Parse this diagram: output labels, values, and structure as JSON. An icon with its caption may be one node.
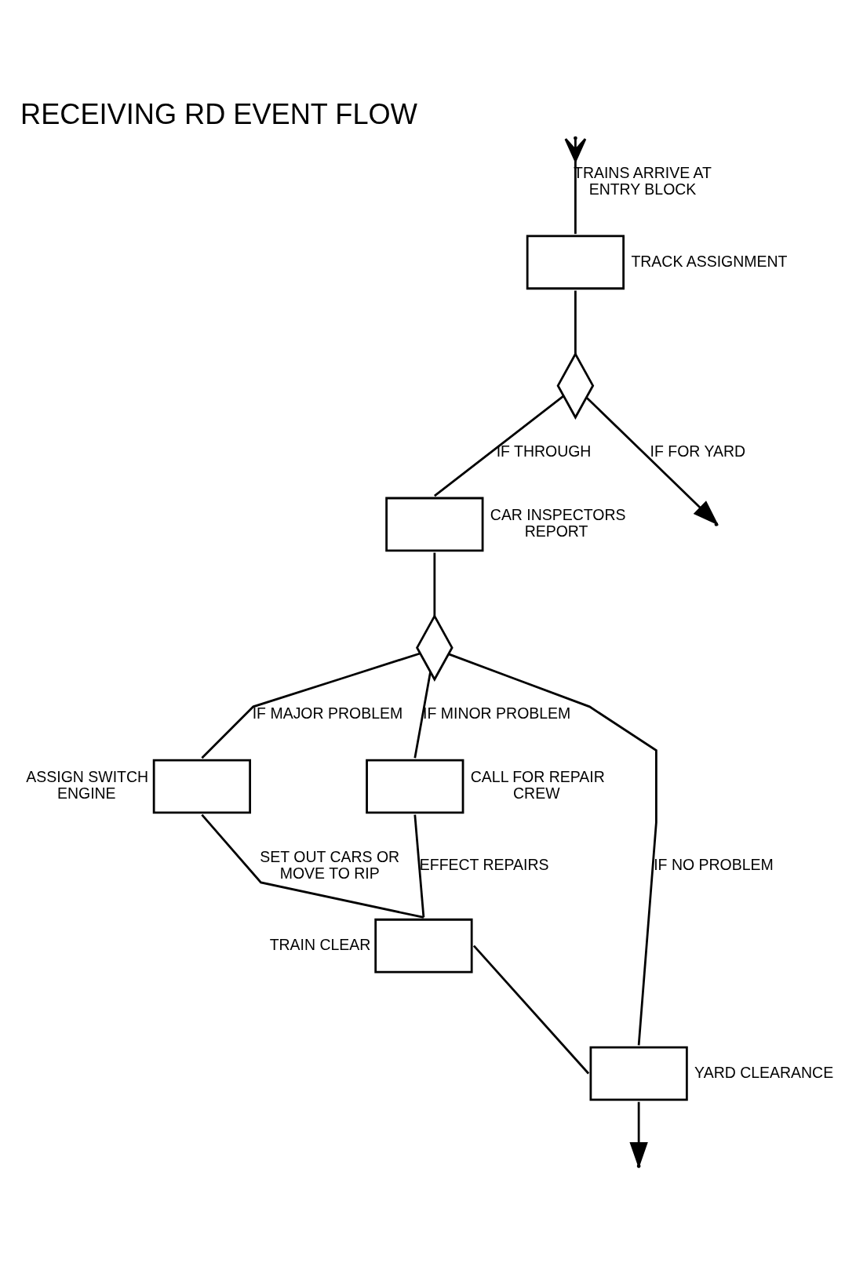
{
  "diagram": {
    "title": "RECEIVING RD EVENT FLOW",
    "nodes": [
      {
        "text": [],
        "shape": "box",
        "beside": [
          "TRACK ASSIGNMENT"
        ]
      },
      {
        "text": [],
        "shape": "diamond"
      },
      {
        "text": [],
        "shape": "box",
        "beside": [
          "CAR INSPECTORS REPORT"
        ]
      },
      {
        "text": [],
        "shape": "diamond"
      },
      {
        "text": [],
        "shape": "box",
        "beside": [
          "ASSIGN SWITCH ENGINE"
        ]
      },
      {
        "text": [],
        "shape": "box",
        "beside": [
          "CALL FOR REPAIR CREW"
        ]
      },
      {
        "text": [],
        "shape": "box",
        "beside": [
          "TRAIN CLEAR"
        ]
      },
      {
        "text": [],
        "shape": "box",
        "beside": [
          "YARD CLEARANCE"
        ]
      }
    ],
    "edges": [
      {
        "from": null,
        "to": 0,
        "arrow": "other",
        "label": "TRAINS ARRIVE AT ENTRY BLOCK"
      },
      {
        "from": 0,
        "to": 1,
        "arrow": "none"
      },
      {
        "from": 1,
        "to": 2,
        "arrow": "none",
        "label": "IF THROUGH"
      },
      {
        "from": 1,
        "to": null,
        "arrow": "to",
        "label": "IF FOR YARD"
      },
      {
        "from": 2,
        "to": 3,
        "arrow": "none"
      },
      {
        "from": 3,
        "to": 4,
        "arrow": "none",
        "label": "IF MAJOR PROBLEM"
      },
      {
        "from": 3,
        "to": 5,
        "arrow": "none",
        "label": "IF MINOR PROBLEM"
      },
      {
        "from": 3,
        "to": 7,
        "arrow": "none",
        "label": "IF NO PROBLEM"
      },
      {
        "from": 4,
        "to": 6,
        "arrow": "none",
        "label": "SET OUT CARS OR MOVE TO RIP"
      },
      {
        "from": 5,
        "to": 6,
        "arrow": "none",
        "label": "EFFECT REPAIRS"
      },
      {
        "from": 6,
        "to": 7,
        "arrow": "none"
      },
      {
        "from": 7,
        "to": null,
        "arrow": "to"
      }
    ]
  }
}
